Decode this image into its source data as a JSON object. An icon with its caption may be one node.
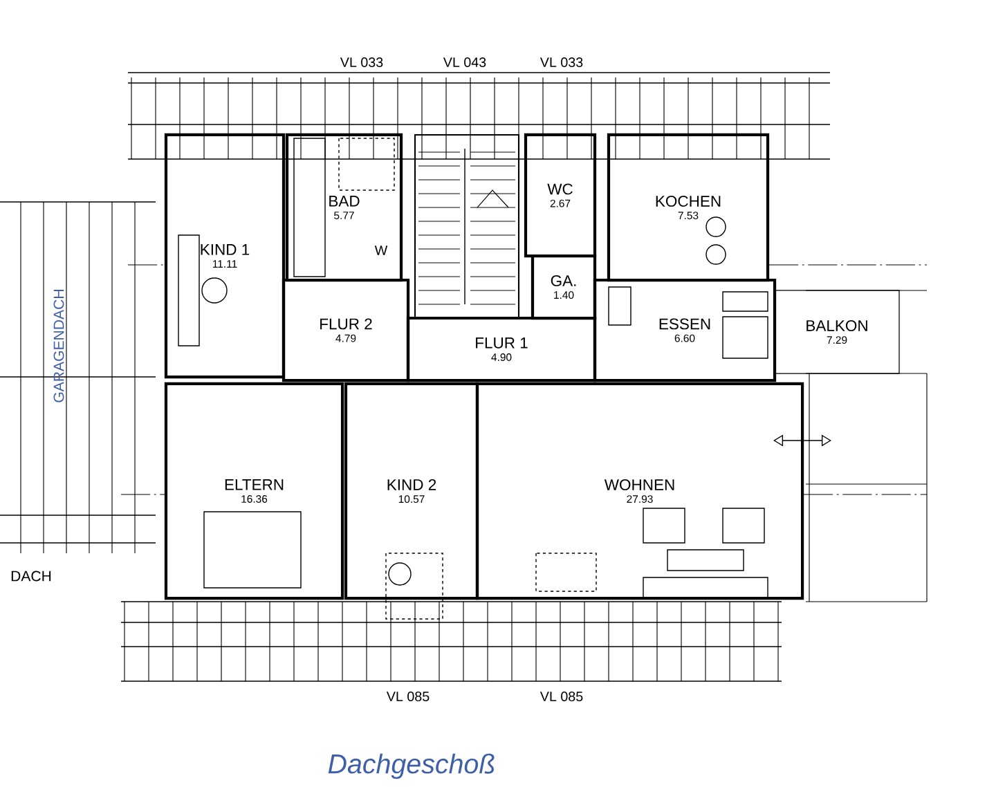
{
  "diagram": {
    "caption": "Dachgeschoß",
    "nodes": [
      {
        "text": [
          "KIND 1",
          "11.11"
        ]
      },
      {
        "text": [
          "BAD",
          "5.77"
        ]
      },
      {
        "text": [
          "WC",
          "2.67"
        ]
      },
      {
        "text": [
          "KOCHEN",
          "7.53"
        ]
      },
      {
        "text": [
          "FLUR 2",
          "4.79"
        ]
      },
      {
        "text": [
          "GA.",
          "1.40"
        ]
      },
      {
        "text": [
          "FLUR 1",
          "4.90"
        ]
      },
      {
        "text": [
          "ESSEN",
          "6.60"
        ]
      },
      {
        "text": [
          "BALKON",
          "7.29"
        ]
      },
      {
        "text": [
          "ELTERN",
          "16.36"
        ]
      },
      {
        "text": [
          "KIND 2",
          "10.57"
        ]
      },
      {
        "text": [
          "WOHNEN",
          "27.93"
        ]
      }
    ],
    "labels": [
      "VL 033",
      "VL 043",
      "VL 033",
      "W",
      "GARAGENDACH",
      "DACH",
      "VL 085",
      "VL 085"
    ]
  }
}
